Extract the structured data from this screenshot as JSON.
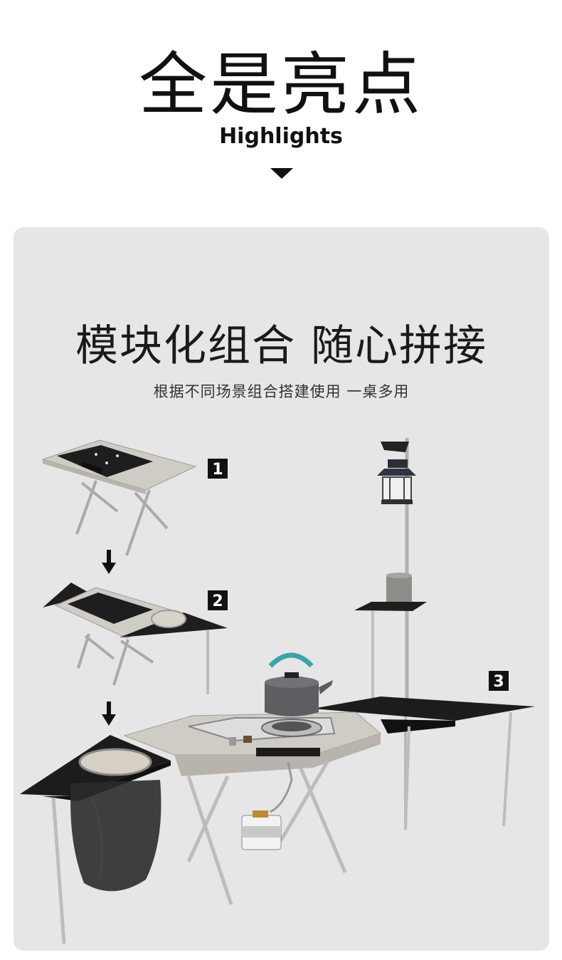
{
  "header": {
    "title_cn": "全是亮点",
    "title_en": "Highlights"
  },
  "section": {
    "title": "模块化组合 随心拼接",
    "subtitle": "根据不同场景组合搭建使用 一桌多用"
  },
  "steps": [
    {
      "label": "1"
    },
    {
      "label": "2"
    },
    {
      "label": "3"
    }
  ],
  "colors": {
    "panel_bg": "#e6e6e6",
    "table_silver": "#cfccc6",
    "table_black": "#1e1e1e",
    "badge_bg": "#111111"
  }
}
